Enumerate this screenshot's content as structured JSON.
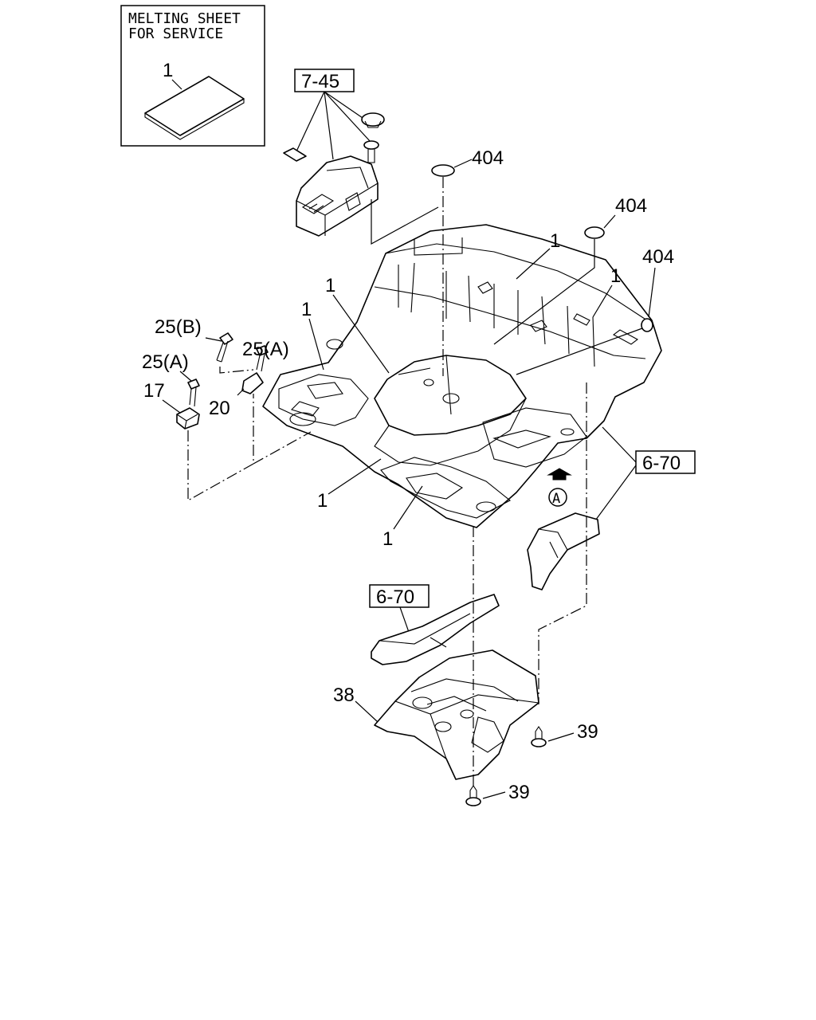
{
  "inset": {
    "title_line1": "MELTING SHEET",
    "title_line2": "FOR SERVICE",
    "part_number": "1"
  },
  "references": {
    "ref_7_45": "7-45",
    "ref_6_70_right": "6-70",
    "ref_6_70_lower": "6-70"
  },
  "callouts": {
    "c404_a": "404",
    "c404_b": "404",
    "c404_c": "404",
    "c1_a": "1",
    "c1_b": "1",
    "c1_c": "1",
    "c1_d": "1",
    "c1_e": "1",
    "c1_f": "1",
    "c25b": "25(B)",
    "c25a_upper": "25(A)",
    "c25a_lower": "25(A)",
    "c17": "17",
    "c20": "20",
    "c38": "38",
    "c39_right": "39",
    "c39_bottom": "39",
    "view_marker": "A"
  }
}
